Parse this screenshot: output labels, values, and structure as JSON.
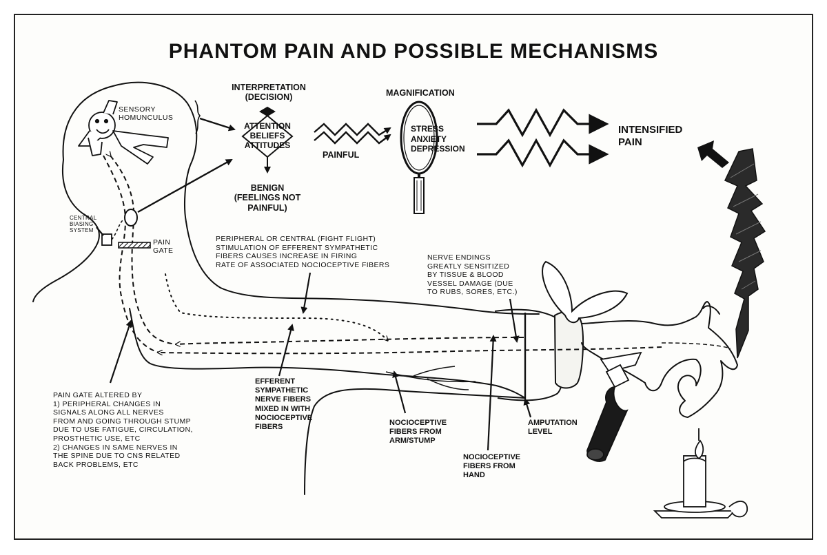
{
  "title": "PHANTOM PAIN AND POSSIBLE MECHANISMS",
  "labels": {
    "sensory_homunculus": [
      "SENSORY",
      "HOMUNCULUS"
    ],
    "interpretation": [
      "INTERPRETATION",
      "(DECISION)"
    ],
    "attention_box": [
      "ATTENTION",
      "BELIEFS",
      "ATTITUDES"
    ],
    "benign": [
      "BENIGN",
      "(FEELINGS NOT",
      "PAINFUL)"
    ],
    "painful": "PAINFUL",
    "magnification": "MAGNIFICATION",
    "lens_text": [
      "STRESS",
      "ANXIETY",
      "DEPRESSION"
    ],
    "intensified": [
      "INTENSIFIED",
      "PAIN"
    ],
    "central_biasing": [
      "CENTRAL",
      "BIASING",
      "SYSTEM"
    ],
    "pain_gate": [
      "PAIN",
      "GATE"
    ],
    "sympathetic_note": [
      "PERIPHERAL OR CENTRAL (FIGHT FLIGHT)",
      "STIMULATION OF EFFERENT SYMPATHETIC",
      "FIBERS CAUSES INCREASE IN FIRING",
      "RATE OF ASSOCIATED NOCIOCEPTIVE FIBERS"
    ],
    "nerve_endings": [
      "NERVE ENDINGS",
      "GREATLY SENSITIZED",
      "BY TISSUE & BLOOD",
      "VESSEL DAMAGE (DUE",
      "TO RUBS, SORES, ETC.)"
    ],
    "pain_gate_altered": [
      "PAIN GATE ALTERED BY",
      "1) PERIPHERAL CHANGES IN",
      "SIGNALS ALONG ALL NERVES",
      "FROM AND GOING THROUGH STUMP",
      "DUE TO USE FATIGUE, CIRCULATION,",
      "PROSTHETIC USE, ETC",
      "2) CHANGES IN SAME NERVES IN",
      "THE SPINE DUE TO CNS RELATED",
      "BACK PROBLEMS, ETC"
    ],
    "efferent": [
      "EFFERENT",
      "SYMPATHETIC",
      "NERVE FIBERS",
      "MIXED IN WITH",
      "NOCIOCEPTIVE",
      "FIBERS"
    ],
    "noci_arm": [
      "NOCIOCEPTIVE",
      "FIBERS FROM",
      "ARM/STUMP"
    ],
    "noci_hand": [
      "NOCIOCEPTIVE",
      "FIBERS FROM",
      "HAND"
    ],
    "amputation": [
      "AMPUTATION",
      "LEVEL"
    ]
  },
  "colors": {
    "ink": "#111111",
    "paper": "#fdfdfb"
  },
  "icons": [
    "homunculus-figure",
    "magnifying-glass-icon",
    "lightning-bolt-icon",
    "knife-icon",
    "candle-icon",
    "bandage-knot-icon"
  ]
}
